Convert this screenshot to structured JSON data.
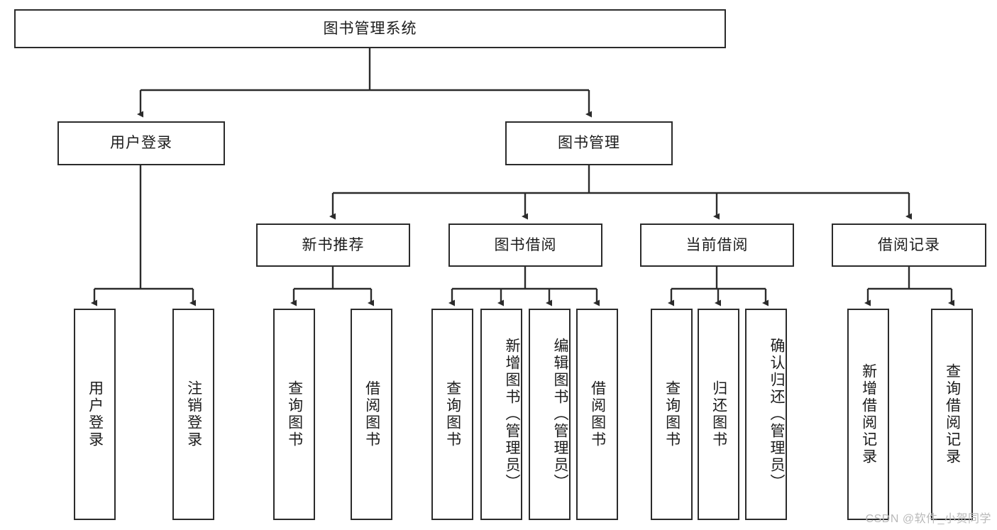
{
  "diagram": {
    "title": "图书管理系统",
    "type": "hierarchy-tree",
    "root": {
      "label": "图书管理系统"
    },
    "level2": [
      {
        "label": "用户登录"
      },
      {
        "label": "图书管理"
      }
    ],
    "level3": [
      {
        "label": "新书推荐"
      },
      {
        "label": "图书借阅"
      },
      {
        "label": "当前借阅"
      },
      {
        "label": "借阅记录"
      }
    ],
    "leaves": {
      "user_login": [
        {
          "label": "用户登录"
        },
        {
          "label": "注销登录"
        }
      ],
      "new_book_recommend": [
        {
          "label": "查询图书"
        },
        {
          "label": "借阅图书"
        }
      ],
      "book_borrow": [
        {
          "label": "查询图书"
        },
        {
          "label": "新增图书（管理员）"
        },
        {
          "label": "编辑图书（管理员）"
        },
        {
          "label": "借阅图书"
        }
      ],
      "current_borrow": [
        {
          "label": "查询图书"
        },
        {
          "label": "归还图书"
        },
        {
          "label": "确认归还（管理员）"
        }
      ],
      "borrow_record": [
        {
          "label": "新增借阅记录"
        },
        {
          "label": "查询借阅记录"
        }
      ]
    }
  },
  "watermark": {
    "text": "CSDN @软件_小贺同学"
  },
  "colors": {
    "border": "#2b2b2b",
    "text": "#1c1c1c",
    "background": "#ffffff",
    "watermark": "#b9b9b9"
  }
}
